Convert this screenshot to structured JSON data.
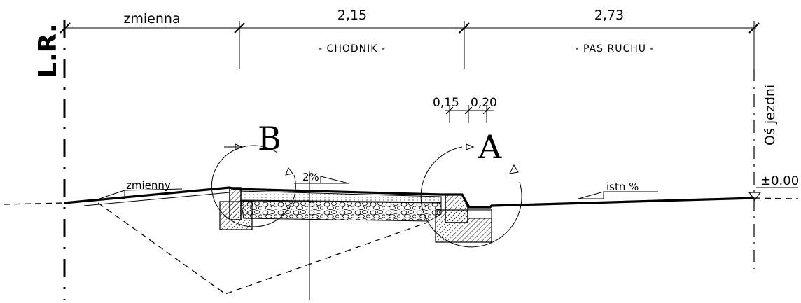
{
  "dimensions": {
    "d1": "zmienna",
    "d2": "2,15",
    "d3": "2,73",
    "sub_a": "0,15",
    "sub_b": "0,20"
  },
  "zones": {
    "sidewalk": "- CHODNIK -",
    "lane": "- PAS RUCHU -"
  },
  "labels": {
    "left_line": "L.R.",
    "axis": "Oś jezdni",
    "level": "±0.00",
    "detail_a": "A",
    "detail_b": "B",
    "slope_left": "zmienny",
    "slope_walk": "2%",
    "slope_road": "istn %"
  }
}
